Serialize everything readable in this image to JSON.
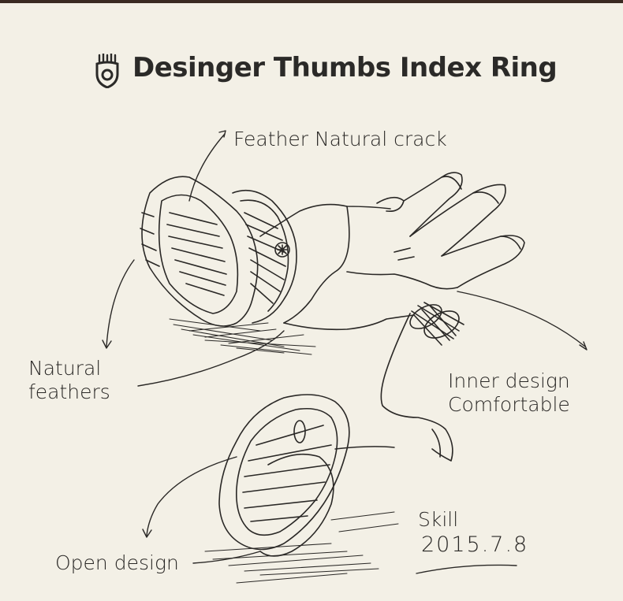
{
  "header": {
    "title": "Desinger Thumbs Index Ring",
    "logo_icon": "crown-shield-logo-icon"
  },
  "labels": {
    "feather_crack": "Feather Natural crack",
    "natural_feathers_line1": "Natural",
    "natural_feathers_line2": "feathers",
    "inner_design_line1": "Inner design",
    "inner_design_line2": "Comfortable",
    "open_design": "Open design",
    "signature_name": "Skill",
    "signature_date": "2015.7.8"
  },
  "colors": {
    "background": "#f3f0e6",
    "ink": "#2a2826",
    "top_band": "#3a2a22"
  }
}
